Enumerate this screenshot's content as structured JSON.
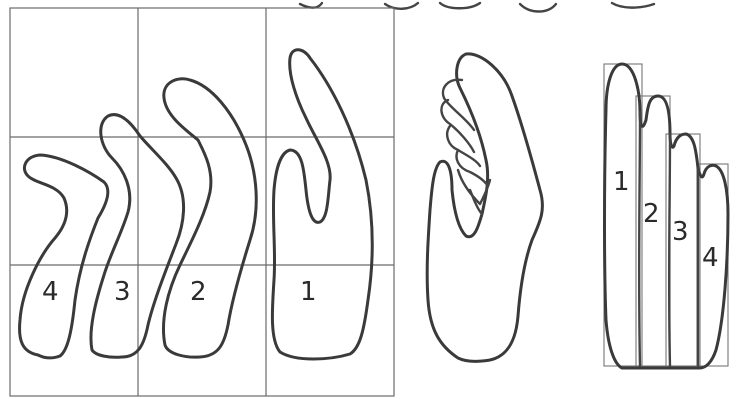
{
  "fingers_left": {
    "labels": [
      "4",
      "3",
      "2",
      "1"
    ]
  },
  "fingers_right": {
    "labels": [
      "1",
      "2",
      "3",
      "4"
    ]
  }
}
